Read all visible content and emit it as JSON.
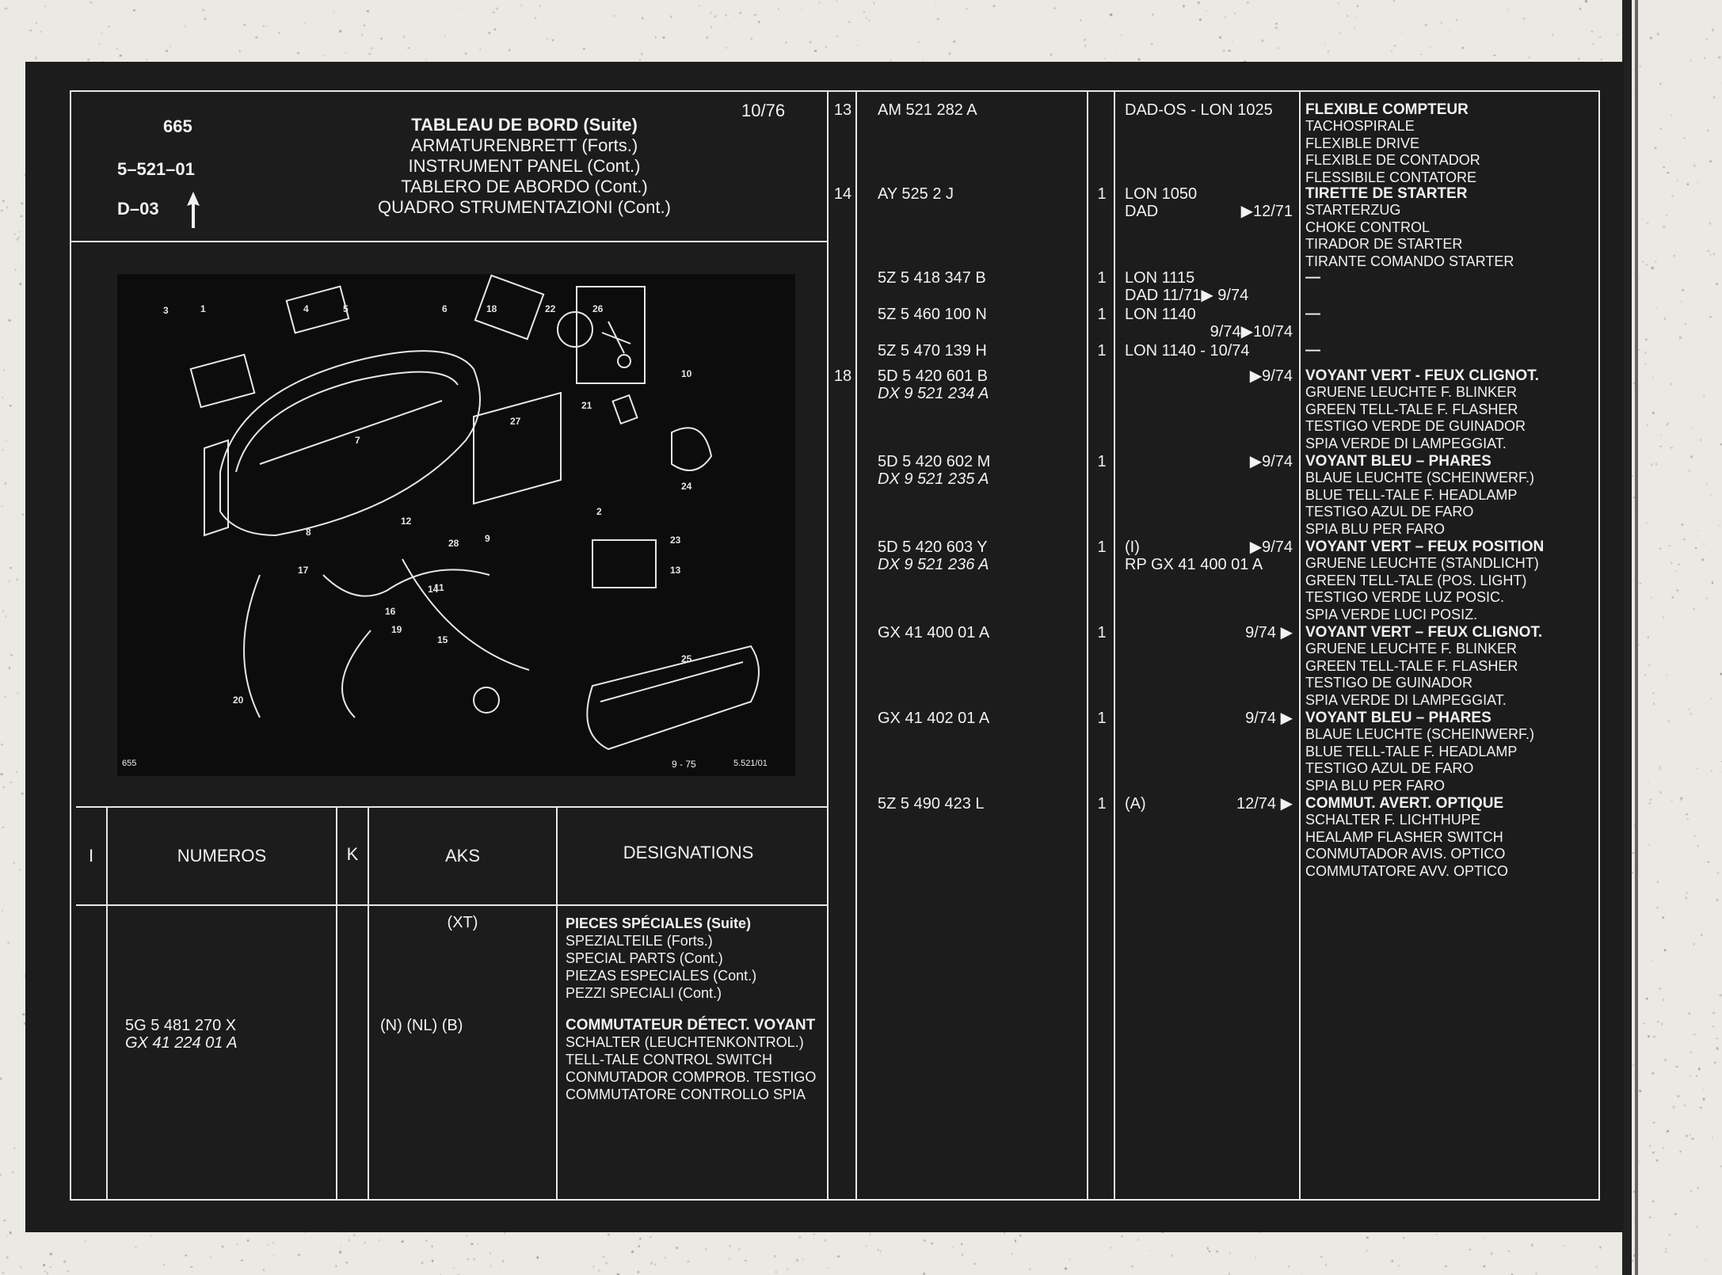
{
  "header": {
    "number": "665",
    "group": "5–521–01",
    "ref": "D–03",
    "date": "10/76",
    "titles": [
      "TABLEAU DE BORD (Suite)",
      "ARMATURENBRETT (Forts.)",
      "INSTRUMENT PANEL (Cont.)",
      "TABLERO DE ABORDO (Cont.)",
      "QUADRO STRUMENTAZIONI (Cont.)"
    ]
  },
  "diagram": {
    "callouts": [
      "3",
      "1",
      "4",
      "5",
      "6",
      "18",
      "22",
      "26",
      "10",
      "24",
      "23",
      "7",
      "27",
      "21",
      "2",
      "8",
      "28",
      "12",
      "9",
      "11",
      "13",
      "17",
      "14",
      "16",
      "19",
      "15",
      "20",
      "25"
    ],
    "footer_left": "655",
    "footer_mid": "9 - 75",
    "footer_right": "5.521/01"
  },
  "table_header": {
    "i": "I",
    "numeros": "NUMEROS",
    "k": "K",
    "aks": "AKS",
    "designations": "DESIGNATIONS"
  },
  "left_entries": {
    "aks_top": "(XT)",
    "special_parts": [
      "PIECES SPÉCIALES (Suite)",
      "SPEZIALTEILE (Forts.)",
      "SPECIAL PARTS (Cont.)",
      "PIEZAS ESPECIALES (Cont.)",
      "PEZZI SPECIALI (Cont.)"
    ],
    "part_number": "5G  5  481  270  X",
    "part_number_alt": "GX  41  224 01  A",
    "aks": "(N)  (NL)  (B)",
    "designation": [
      "COMMUTATEUR DÉTECT. VOYANT",
      "SCHALTER (LEUCHTENKONTROL.)",
      "TELL-TALE CONTROL SWITCH",
      "CONMUTADOR COMPROB. TESTIGO",
      "COMMUTATORE CONTROLLO SPIA"
    ]
  },
  "right_rows": [
    {
      "i": "13",
      "num": "AM    521  282  A",
      "num2": "",
      "k": "",
      "aks": "DAD-OS - LON 1025",
      "aks2": "",
      "date": "",
      "date2": "",
      "des": [
        "FLEXIBLE COMPTEUR",
        "TACHOSPIRALE",
        "FLEXIBLE DRIVE",
        "FLEXIBLE DE CONTADOR",
        "FLESSIBILE CONTATORE"
      ]
    },
    {
      "i": "14",
      "num": "AY    525     2  J",
      "num2": "",
      "k": "1",
      "aks": "LON 1050",
      "aks2": "DAD",
      "date": "",
      "date2": "▶12/71",
      "des": [
        "TIRETTE DE STARTER",
        "STARTERZUG",
        "CHOKE CONTROL",
        "TIRADOR DE STARTER",
        "TIRANTE COMANDO STARTER"
      ]
    },
    {
      "i": "",
      "num": "5Z  5  418  347  B",
      "num2": "",
      "k": "1",
      "aks": "LON 1115",
      "aks2": "DAD   11/71▶  9/74",
      "date": "",
      "date2": "",
      "des": [
        "—"
      ]
    },
    {
      "i": "",
      "num": "5Z  5  460  100  N",
      "num2": "",
      "k": "1",
      "aks": "LON 1140",
      "aks2": "",
      "date": "",
      "date2": "9/74▶10/74",
      "des": [
        "—"
      ]
    },
    {
      "i": "",
      "num": "5Z  5  470  139  H",
      "num2": "",
      "k": "1",
      "aks": "LON 1140 -  10/74",
      "aks2": "",
      "date": "",
      "date2": "",
      "des": [
        "—"
      ]
    },
    {
      "i": "18",
      "num": "5D  5  420  601  B",
      "num2": "DX 9  521  234  A",
      "k": "",
      "aks": "",
      "aks2": "",
      "date": "▶9/74",
      "date2": "",
      "des": [
        "VOYANT VERT - FEUX CLIGNOT.",
        "GRUENE LEUCHTE F. BLINKER",
        "GREEN TELL-TALE F. FLASHER",
        "TESTIGO VERDE DE GUINADOR",
        "SPIA VERDE DI LAMPEGGIAT."
      ]
    },
    {
      "i": "",
      "num": "5D  5  420  602  M",
      "num2": "DX 9  521  235  A",
      "k": "1",
      "aks": "",
      "aks2": "",
      "date": "▶9/74",
      "date2": "",
      "des": [
        "VOYANT BLEU – PHARES",
        "BLAUE LEUCHTE (SCHEINWERF.)",
        "BLUE TELL-TALE F. HEADLAMP",
        "TESTIGO AZUL DE FARO",
        "SPIA BLU PER FARO"
      ]
    },
    {
      "i": "",
      "num": "5D  5  420  603  Y",
      "num2": "DX  9  521 236  A",
      "k": "1",
      "aks": "(I)",
      "aks2": "RP GX 41 400 01 A",
      "date": "▶9/74",
      "date2": "",
      "des": [
        "VOYANT VERT – FEUX POSITION",
        "GRUENE LEUCHTE (STANDLICHT)",
        "GREEN TELL-TALE (POS. LIGHT)",
        "TESTIGO VERDE LUZ POSIC.",
        "SPIA VERDE LUCI POSIZ."
      ]
    },
    {
      "i": "",
      "num": "GX  41  400  01  A",
      "num2": "",
      "k": "1",
      "aks": "",
      "aks2": "",
      "date": "9/74 ▶",
      "date2": "",
      "des": [
        "VOYANT VERT – FEUX CLIGNOT.",
        "GRUENE LEUCHTE F. BLINKER",
        "GREEN TELL-TALE F. FLASHER",
        "TESTIGO DE GUINADOR",
        "SPIA VERDE DI LAMPEGGIAT."
      ]
    },
    {
      "i": "",
      "num": "GX  41  402  01  A",
      "num2": "",
      "k": "1",
      "aks": "",
      "aks2": "",
      "date": "9/74 ▶",
      "date2": "",
      "des": [
        "VOYANT BLEU – PHARES",
        "BLAUE LEUCHTE (SCHEINWERF.)",
        "BLUE TELL-TALE F. HEADLAMP",
        "TESTIGO AZUL DE FARO",
        "SPIA BLU PER FARO"
      ]
    },
    {
      "i": "",
      "num": "5Z  5  490  423  L",
      "num2": "",
      "k": "1",
      "aks": "(A)",
      "aks2": "",
      "date": "12/74 ▶",
      "date2": "",
      "des": [
        "COMMUT. AVERT. OPTIQUE",
        "SCHALTER F. LICHTHUPE",
        "HEALAMP FLASHER SWITCH",
        "CONMUTADOR AVIS. OPTICO",
        "COMMUTATORE AVV. OPTICO"
      ]
    }
  ]
}
